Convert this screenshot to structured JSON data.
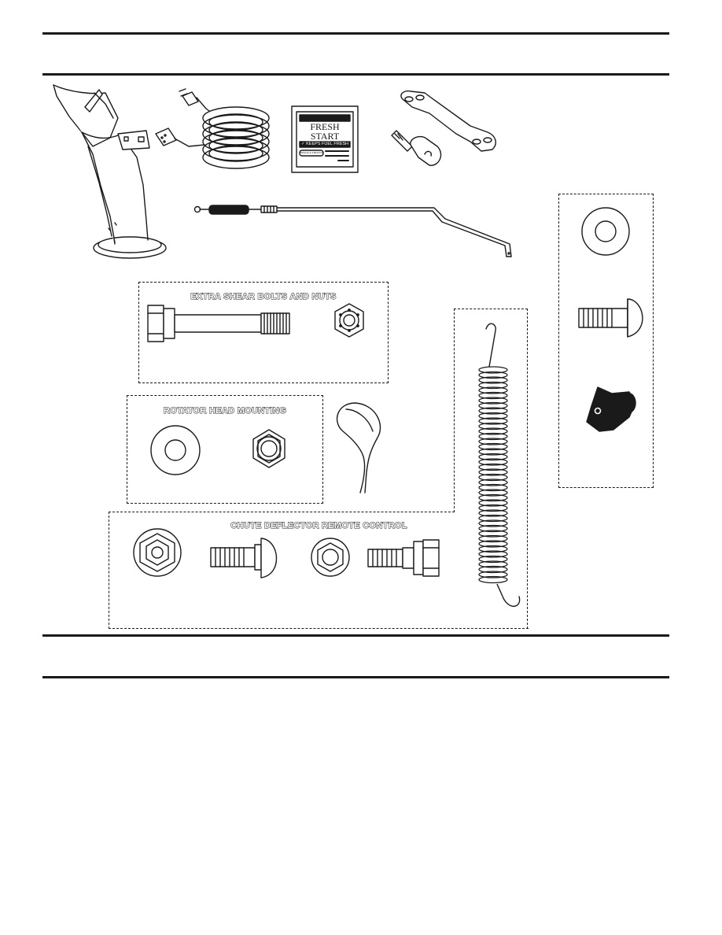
{
  "page": {
    "title_rule_top": "",
    "boxes": {
      "shear": {
        "title": "EXTRA SHEAR BOLTS AND NUTS"
      },
      "rotator": {
        "title": "ROTATOR HEAD MOUNTING"
      },
      "chute": {
        "title": "CHUTE DEFLECTOR REMOTE CONTROL"
      }
    },
    "fuel_package": {
      "line1": "FRESH",
      "line2": "START",
      "tagline": "✓ KEEPS FUEL FRESH",
      "brand": "BRIGGS & STRATTON"
    }
  },
  "colors": {
    "ink": "#1a1a1a",
    "paper": "#ffffff"
  },
  "icons": [
    "chute-icon",
    "extension-cord-icon",
    "fuel-stabilizer-icon",
    "ignition-key-icon",
    "key-plate-icon",
    "shift-rod-icon",
    "flat-washer-icon",
    "carriage-bolt-icon",
    "knob-icon",
    "hex-bolt-icon",
    "lock-nut-icon",
    "hairpin-clip-icon",
    "extension-spring-icon",
    "hex-nut-icon"
  ]
}
